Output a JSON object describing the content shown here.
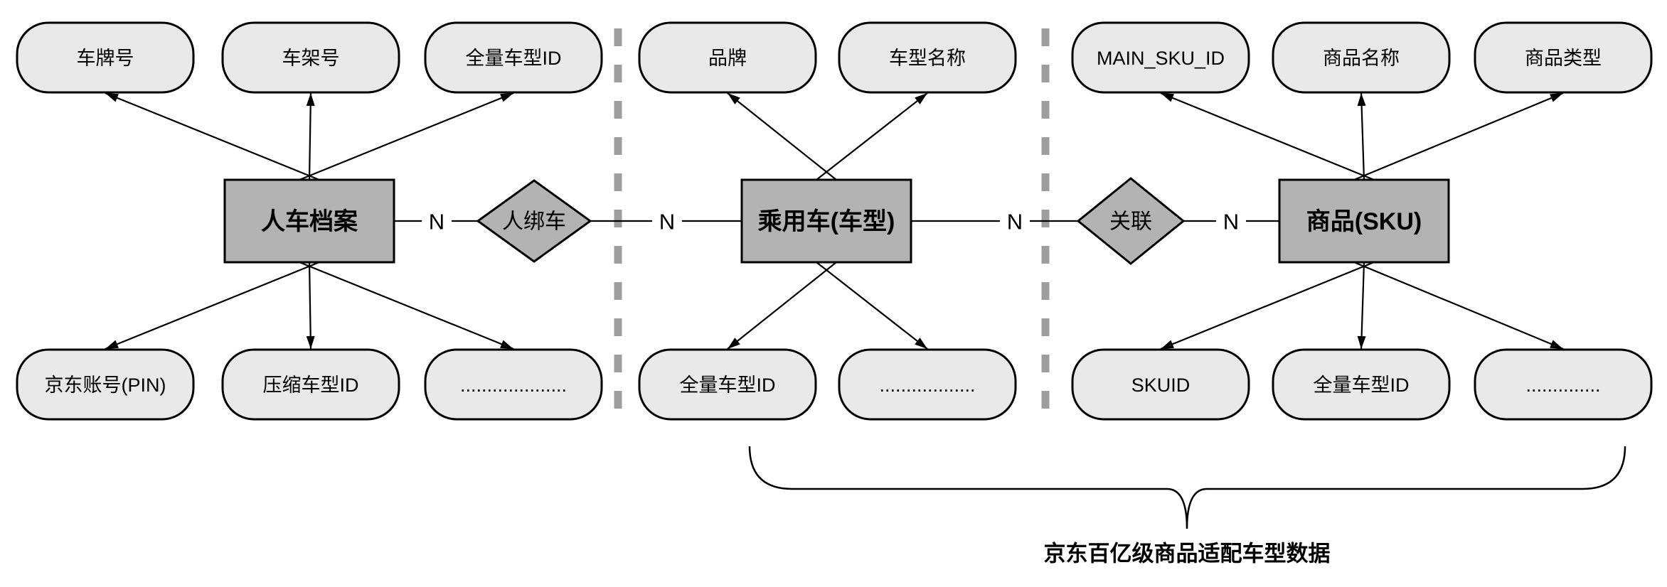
{
  "diagram": {
    "caption": "京东百亿级商品适配车型数据",
    "colors": {
      "background": "#ffffff",
      "attribute_fill": "#e9e9e9",
      "entity_fill": "#b3b3b3",
      "relationship_fill": "#b3b3b3",
      "stroke": "#000000",
      "divider": "#9e9e9e"
    },
    "sections": [
      {
        "entity": {
          "label": "人车档案"
        },
        "top_attributes": [
          {
            "label": "车牌号"
          },
          {
            "label": "车架号"
          },
          {
            "label": "全量车型ID"
          }
        ],
        "bottom_attributes": [
          {
            "label": "京东账号(PIN)"
          },
          {
            "label": "压缩车型ID"
          },
          {
            "label": "...................."
          }
        ]
      },
      {
        "entity": {
          "label": "乘用车(车型)"
        },
        "top_attributes": [
          {
            "label": "品牌"
          },
          {
            "label": "车型名称"
          }
        ],
        "bottom_attributes": [
          {
            "label": "全量车型ID"
          },
          {
            "label": ".................."
          }
        ]
      },
      {
        "entity": {
          "label": "商品(SKU)"
        },
        "top_attributes": [
          {
            "label": "MAIN_SKU_ID"
          },
          {
            "label": "商品名称"
          },
          {
            "label": "商品类型"
          }
        ],
        "bottom_attributes": [
          {
            "label": "SKUID"
          },
          {
            "label": "全量车型ID"
          },
          {
            "label": ".............."
          }
        ]
      }
    ],
    "relationships": [
      {
        "label": "人绑车",
        "left_cardinality": "N",
        "right_cardinality": "N"
      },
      {
        "label": "关联",
        "left_cardinality": "N",
        "right_cardinality": "N"
      }
    ]
  }
}
